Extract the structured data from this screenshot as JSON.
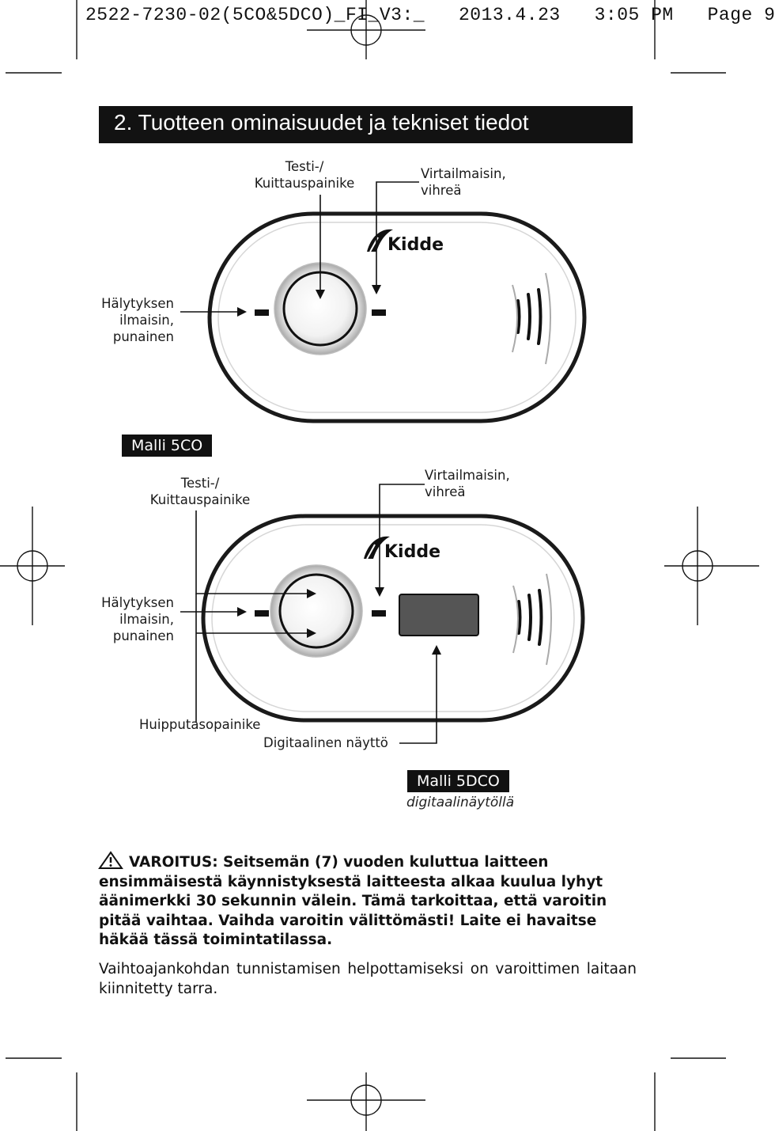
{
  "header": {
    "slug": "2522-7230-02(5CO&5DCO)_FI_V3:_   2013.4.23   3:05 PM   Page 9"
  },
  "section": {
    "title": "2. Tuotteen ominaisuudet ja tekniset tiedot"
  },
  "brand": "Kidde",
  "model_5co": {
    "badge": "Malli 5CO",
    "test_button_label_line1": "Testi-/",
    "test_button_label_line2": "Kuittauspainike",
    "power_light_label_line1": "Virtailmaisin,",
    "power_light_label_line2": "vihreä",
    "alarm_light_label_line1": "Hälytyksen",
    "alarm_light_label_line2": "ilmaisin,",
    "alarm_light_label_line3": "punainen"
  },
  "model_5dco": {
    "badge": "Malli 5DCO",
    "subtitle": "digitaalinäytöllä",
    "test_button_label_line1": "Testi-/",
    "test_button_label_line2": "Kuittauspainike",
    "power_light_label_line1": "Virtailmaisin,",
    "power_light_label_line2": "vihreä",
    "alarm_light_label_line1": "Hälytyksen",
    "alarm_light_label_line2": "ilmaisin,",
    "alarm_light_label_line3": "punainen",
    "peak_button_label": "Huipputasopainike",
    "display_label": "Digitaalinen näyttö"
  },
  "warning": {
    "icon": "warning-triangle-icon",
    "line1": "VAROITUS: Seitsemän (7) vuoden kuluttua laitteen",
    "line2": "ensimmäisestä käynnistyksestä laitteesta alkaa kuulua lyhyt",
    "line3": "äänimerkki 30 sekunnin välein. Tämä tarkoittaa, että varoitin",
    "line4": "pitää vaihtaa. Vaihda varoitin välittömästi! Laite ei havaitse",
    "line5": "häkää tässä toimintatilassa."
  },
  "note": {
    "text": "Vaihtoajankohdan tunnistamisen helpottamiseksi on varoittimen laitaan kiinnitetty tarra."
  },
  "colors": {
    "badge_bg": "#111111",
    "display_fill": "#555555",
    "device_outline": "#1a1a1a"
  }
}
